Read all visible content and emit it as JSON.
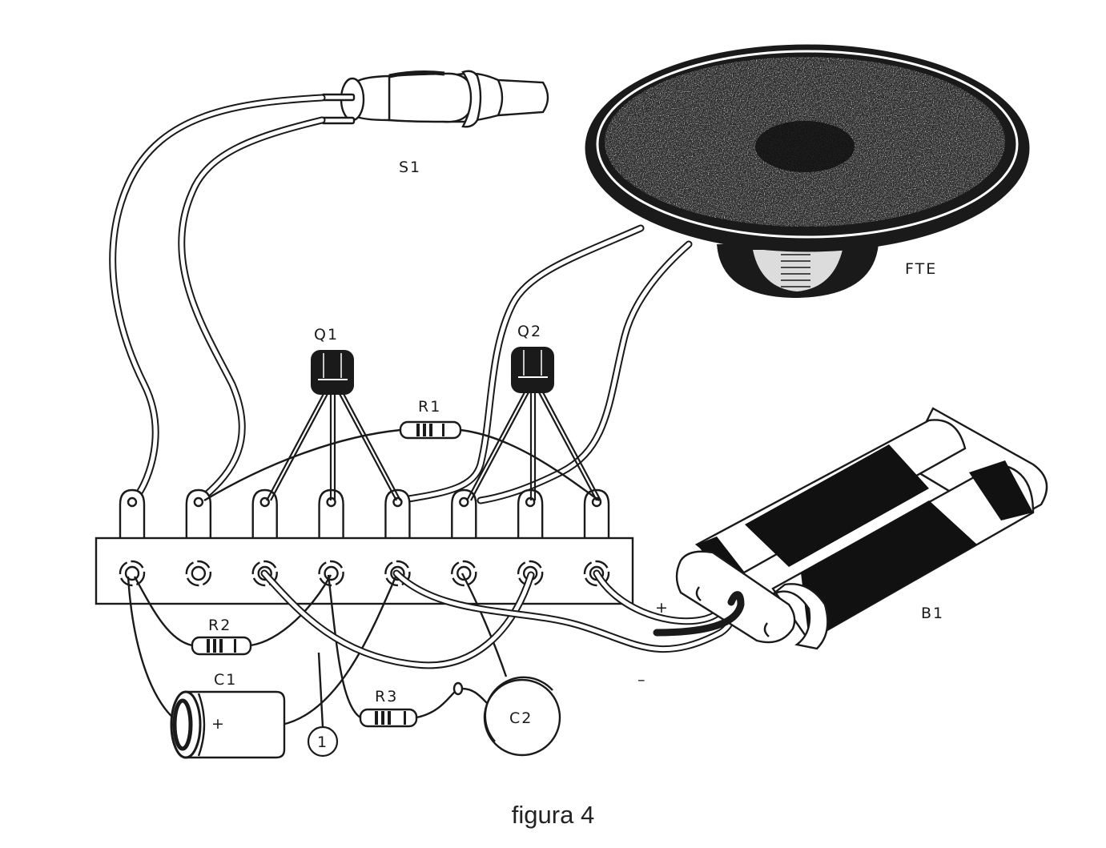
{
  "figure": {
    "caption": "figura 4",
    "background": "#ffffff",
    "ink": "#1a1a1a"
  },
  "components": {
    "switch": {
      "ref": "S1",
      "type": "push-button switch"
    },
    "speaker": {
      "ref": "FTE",
      "type": "loudspeaker"
    },
    "q1": {
      "ref": "Q1",
      "type": "transistor"
    },
    "q2": {
      "ref": "Q2",
      "type": "transistor"
    },
    "r1": {
      "ref": "R1",
      "type": "resistor"
    },
    "r2": {
      "ref": "R2",
      "type": "resistor"
    },
    "r3": {
      "ref": "R3",
      "type": "resistor"
    },
    "c1": {
      "ref": "C1",
      "type": "electrolytic capacitor",
      "polarity_mark": "+"
    },
    "c2": {
      "ref": "C2",
      "type": "ceramic disc capacitor"
    },
    "battery": {
      "ref": "B1",
      "type": "2-cell battery holder",
      "plus_mark": "+",
      "minus_mark": "–"
    },
    "terminal_strip": {
      "ref": "1",
      "type": "terminal strip",
      "terminal_count": 8
    }
  }
}
